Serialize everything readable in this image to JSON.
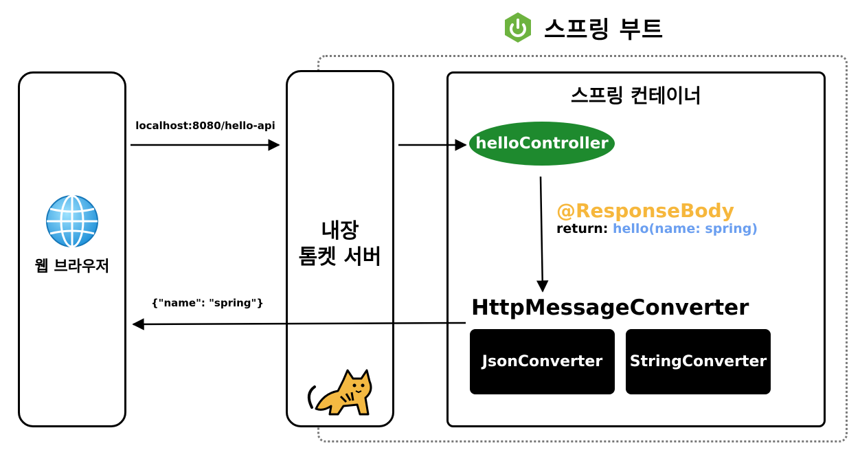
{
  "title": "스프링 부트",
  "logo_icon": "spring-power-icon",
  "browser": {
    "label": "웹 브라우저",
    "icon": "globe-icon"
  },
  "tomcat": {
    "label_line1": "내장",
    "label_line2": "톰켓 서버",
    "icon": "tomcat-cat-icon"
  },
  "container": {
    "title": "스프링 컨테이너",
    "controller": "helloController",
    "annotation": "@ResponseBody",
    "return_keyword": "return:",
    "return_value": "hello(name: spring)",
    "converter_title": "HttpMessageConverter",
    "converters": [
      "JsonConverter",
      "StringConverter"
    ]
  },
  "request_label": "localhost:8080/hello-api",
  "response_label": "{\"name\": \"spring\"}",
  "colors": {
    "controller": "#1e8a2e",
    "annotation": "#f6b73c",
    "return_value": "#6b9ff0",
    "spring_logo": "#6db33f"
  }
}
